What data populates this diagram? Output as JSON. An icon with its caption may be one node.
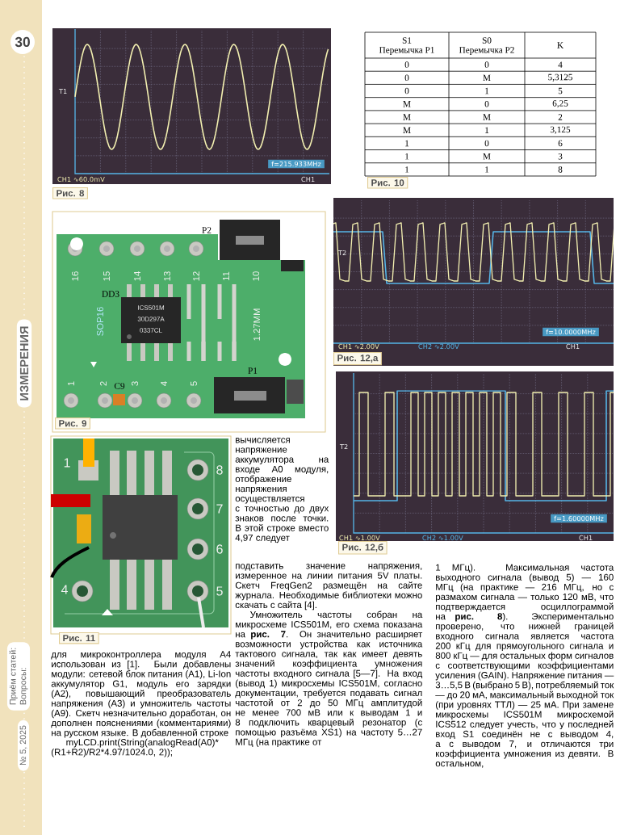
{
  "diagram": {
    "nodes": [
      {
        "text": [
          "30"
        ]
      },
      {
        "text": [
          "Рис. 8"
        ]
      },
      {
        "text": [
          "Рис. 10"
        ]
      },
      {
        "text": [
          "Рис. 9"
        ]
      },
      {
        "text": [
          "Рис. 12,а"
        ]
      },
      {
        "text": [
          "ИЗМЕРЕНИЯ"
        ]
      },
      {
        "text": [
          "Рис. 12,б"
        ]
      },
      {
        "text": [
          "Рис. 11"
        ]
      },
      {
        "text": [
          "Приём статей:",
          "Вопросы:"
        ]
      },
      {
        "text": [
          "№ 5, 2025"
        ]
      }
    ],
    "labels": [
      "T1",
      "CH1 ∿60.0mV",
      "f=215.933MHz",
      "CH1",
      "S1",
      "Перемычка P1",
      "S0",
      "Перемычка P2",
      "K",
      "0",
      "0",
      "4",
      "0",
      "M",
      "5,3125",
      "0",
      "1",
      "5",
      "M",
      "0",
      "6,25",
      "M",
      "M",
      "2",
      "M",
      "1",
      "3,125",
      "1",
      "0",
      "6",
      "1",
      "M",
      "3",
      "1",
      "1",
      "8",
      "P2",
      "16",
      "15",
      "14",
      "13",
      "12",
      "11",
      "10",
      "DD3",
      "SOP16",
      "ICS501M",
      "30D297A",
      "0337CL",
      "1.27MM",
      "P1",
      "1",
      "2",
      "C9",
      "3",
      "4",
      "5",
      "T2",
      "CH1 ∿2.00V",
      "CH2 ∿2.00V",
      "f=10.0000MHz",
      "CH1",
      "T2",
      "CH1 ∿1.00V",
      "CH2 ∿1.00V",
      "f=1.60000MHz",
      "CH1",
      "1",
      "8",
      "7",
      "6",
      "4",
      "5",
      "вычисляется напряжение аккумулятора на входе A0 модуля, отображение напряжения осуществляется с точностью до двух знаков после точки. В этой строке вместо 4,97 следует",
      "для микроконтроллера модуля A4 использован из [1]. Были добавлены модули: сетевой блок питания (A1), Li-Ion аккумулятор G1, модуль его зарядки (A2), повышающий преобразователь напряжения (A3) и умножитель частоты (A9). Скетч незначительно доработан, он дополнен пояснениями (комментариями) на русском языке. В добавленной строке",
      "myLCD.print(String(analogRead(A0)*(R1+R2)/R2*4.97/1024.0, 2));",
      "подставить значение напряжения, измеренное на линии питания 5V платы. Скетч FreqGen2 размещён на сайте журнала. Необходимые библиотеки можно скачать с сайта [4].",
      "Умножитель частоты собран на микросхеме ICS501M, его схема показана на **рис. 7**. Он значительно расширяет возможности устройства как источника тактового сигнала, так как имеет девять значений коэффициента умножения частоты входного сигнала [5—7]. На вход (вывод 1) микросхемы ICS501M, согласно документации, требуется подавать сигнал частотой от 2 до 50 МГц амплитудой не менее 700 мВ или к выводам 1 и 8 подключить кварцевый резонатор (с помощью разъёма XS1) на частоту 5…27 МГц (на практике от",
      "1 МГц). Максимальная частота выходного сигнала (вывод 5) — 160 МГц (на практике — 216 МГц, но с размахом сигнала — только 120 мВ, что подтверждается осциллограммой на **рис. 8**). Экспериментально проверено, что нижней границей входного сигнала является частота 200 кГц для прямоугольного сигнала и 800 кГц — для остальных форм сигналов с соответствующими коэффициентами усиления (GAIN). Напряжение питания — 3…5,5 В (выбрано 5 В), потребляемый ток — до 20 мА, максимальный выходной ток (при уровнях ТТЛ) — 25 мА. При замене микросхемы ICS501M микросхемой ICS512 следует учесть, что у последней вход S1 соединён не с выводом 4, а с выводом 7, и отличаются три коэффициента умножения из девяти. В остальном,"
    ]
  }
}
